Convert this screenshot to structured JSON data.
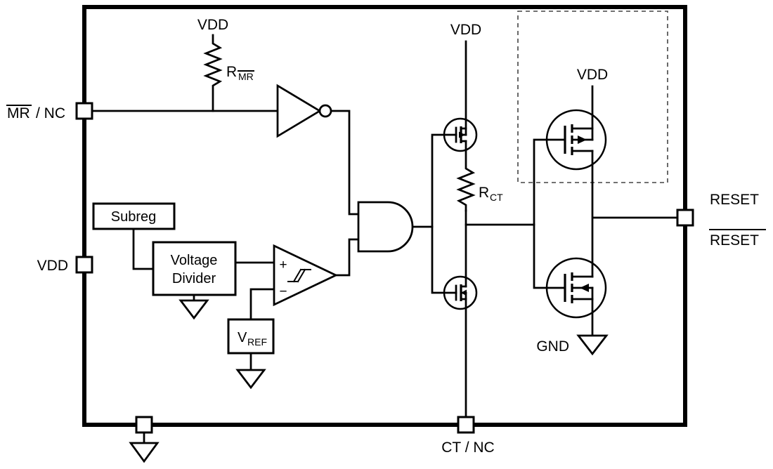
{
  "diagram": {
    "type": "block-circuit-diagram",
    "power": {
      "vdd": "VDD",
      "gnd": "GND"
    },
    "pins": {
      "mr_nc": {
        "bar": "MR",
        "rest": "/ NC"
      },
      "vdd_left": "VDD",
      "reset": "RESET",
      "reset_bar": "RESET",
      "ct_nc": "CT / NC"
    },
    "components": {
      "pullup_resistor": {
        "base": "R",
        "sub": "MR"
      },
      "ct_resistor": {
        "base": "R",
        "sub": "CT"
      },
      "subreg": "Subreg",
      "voltage_divider": {
        "line1": "Voltage",
        "line2": "Divider"
      },
      "vref": {
        "base": "V",
        "sub": "REF"
      },
      "comparator": {
        "plus": "+",
        "minus": "−"
      }
    },
    "colors": {
      "line": "#000000",
      "background": "#ffffff",
      "dashed_box": "#444444"
    }
  }
}
